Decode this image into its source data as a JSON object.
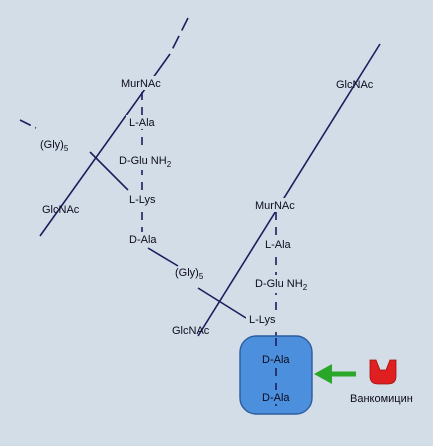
{
  "colors": {
    "background": "#d3dde8",
    "bond_line": "#1a1f5c",
    "text": "#0c0c1e",
    "highlight_fill": "#4c8fdc",
    "highlight_stroke": "#2b5c9c",
    "arrow": "#2aa628",
    "vancomycin_icon": "#e02020"
  },
  "labels": {
    "murnac_1": "MurNAc",
    "l_ala_1": "L-Ala",
    "d_glu_1": "D-Glu",
    "nh2_1": "NH",
    "nh2_1_sub": "2",
    "l_lys_1": "L-Lys",
    "d_ala_1": "D-Ala",
    "gly5_left": "(Gly)",
    "gly5_left_sub": "5",
    "glcnac_left": "GlcNAc",
    "gly5_mid": "(Gly)",
    "gly5_mid_sub": "5",
    "glcnac_top": "GlcNAc",
    "murnac_2": "MurNAc",
    "l_ala_2": "L-Ala",
    "d_glu_2": "D-Glu",
    "nh2_2": "NH",
    "nh2_2_sub": "2",
    "glcnac_mid": "GlcNAc",
    "l_lys_2": "L-Lys",
    "d_ala_2a": "D-Ala",
    "d_ala_2b": "D-Ala",
    "vancomycin": "Ванкомицин"
  },
  "icons": {
    "inhibitor_arrow": "arrow-left-icon",
    "vancomycin_shape": "vancomycin-icon"
  }
}
